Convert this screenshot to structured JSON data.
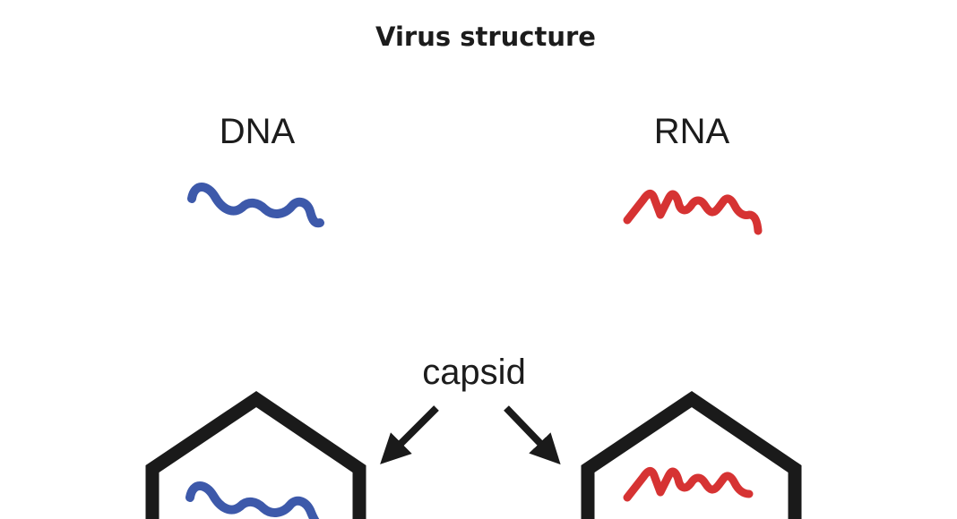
{
  "title": "Virus structure",
  "labels": {
    "dna": "DNA",
    "rna": "RNA",
    "capsid": "capsid"
  },
  "icons": {
    "dna_strand": "dna-strand-icon",
    "rna_strand": "rna-strand-icon",
    "capsid_shape": "pentagon-capsid-icon",
    "arrow": "arrow-icon"
  },
  "colors": {
    "dna": "#3d59aa",
    "rna": "#d63333",
    "capsid": "#1a1a1a",
    "text": "#1c1c1c"
  }
}
